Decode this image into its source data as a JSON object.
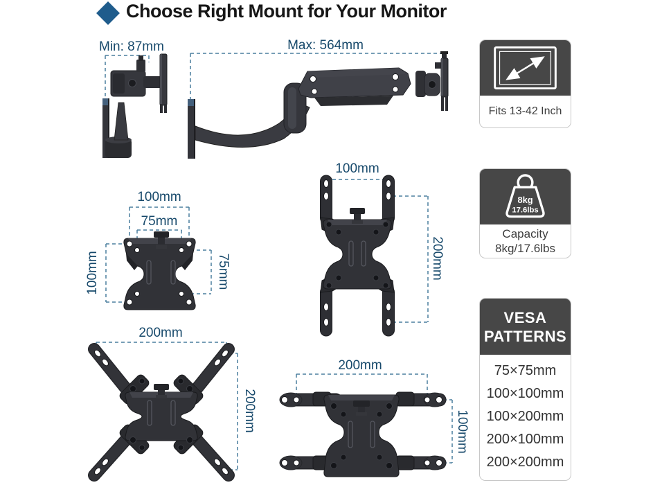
{
  "title": {
    "text": "Choose Right Mount for Your Monitor"
  },
  "figures": {
    "folded_mount": {
      "label": "Min: 87mm"
    },
    "extended_arm": {
      "label": "Max: 564mm"
    },
    "plate_small": {
      "top_outer": "100mm",
      "top_inner": "75mm",
      "left": "100mm",
      "right": "75mm"
    },
    "plate_tall": {
      "top": "100mm",
      "right": "200mm"
    },
    "plate_large": {
      "top": "200mm",
      "right": "200mm"
    },
    "plate_wide": {
      "top": "200mm",
      "right": "100mm"
    }
  },
  "cards": {
    "screen_size": {
      "caption": "Fits 13-42 Inch"
    },
    "capacity": {
      "icon_line1": "8kg",
      "icon_line2": "17.6lbs",
      "caption_line1": "Capacity",
      "caption_line2": "8kg/17.6lbs"
    },
    "vesa": {
      "header_line1": "VESA",
      "header_line2": "PATTERNS",
      "patterns": [
        "75×75mm",
        "100×100mm",
        "100×200mm",
        "200×100mm",
        "200×200mm"
      ]
    }
  },
  "colors": {
    "accent_blue": "#1f5c8c",
    "dimension_text": "#17496b",
    "dash_line": "#4a7f9d",
    "card_header": "#474747"
  }
}
